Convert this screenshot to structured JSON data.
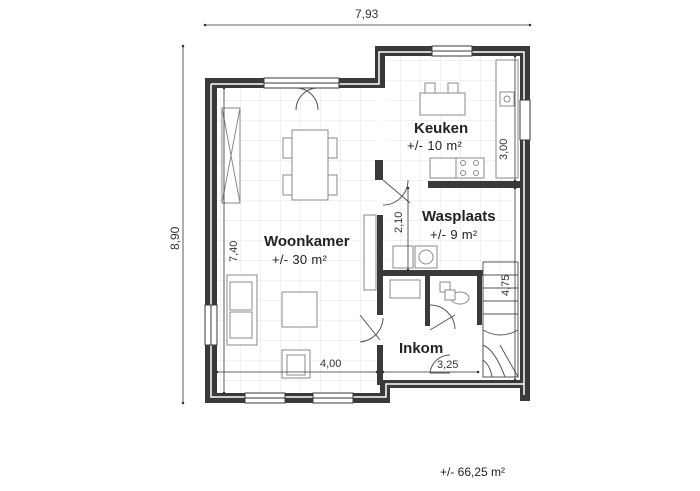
{
  "dimensions": {
    "overall_width": "7,93",
    "overall_depth": "8,90",
    "woonkamer_depth": "7,40",
    "woonkamer_width": "4,00",
    "keuken_depth": "3,00",
    "wasplaats_width": "2,10",
    "stair_depth": "4,75",
    "inkom_width": "3,25"
  },
  "rooms": {
    "woonkamer": {
      "name": "Woonkamer",
      "area": "+/- 30 m²"
    },
    "keuken": {
      "name": "Keuken",
      "area": "+/- 10 m²"
    },
    "wasplaats": {
      "name": "Wasplaats",
      "area": "+/- 9 m²"
    },
    "inkom": {
      "name": "Inkom"
    }
  },
  "total_area": "+/- 66,25 m²",
  "colors": {
    "wall": "#3a3a3a",
    "floor_grid": "#d9d9d9",
    "furniture": "#8a8a8a"
  }
}
